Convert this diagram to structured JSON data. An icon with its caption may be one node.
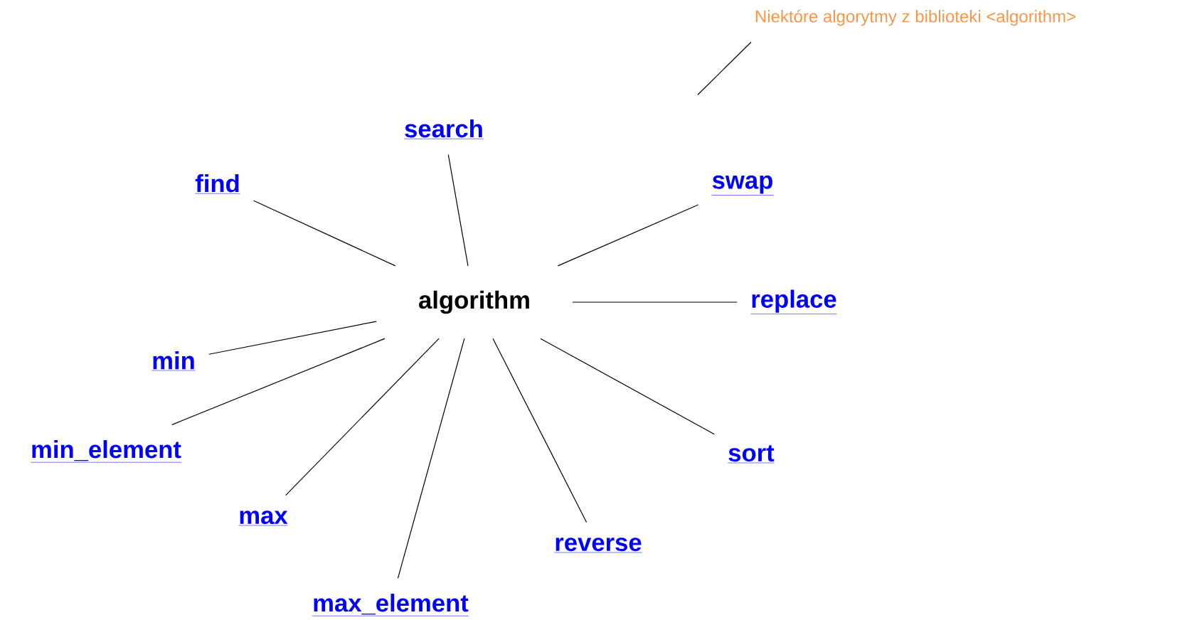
{
  "diagram": {
    "nodes": [
      {
        "text": [
          "algorithm"
        ]
      },
      {
        "text": [
          "search"
        ]
      },
      {
        "text": [
          "find"
        ]
      },
      {
        "text": [
          "swap"
        ]
      },
      {
        "text": [
          "replace"
        ]
      },
      {
        "text": [
          "min"
        ]
      },
      {
        "text": [
          "min_element"
        ]
      },
      {
        "text": [
          "max"
        ]
      },
      {
        "text": [
          "sort"
        ]
      },
      {
        "text": [
          "reverse"
        ]
      },
      {
        "text": [
          "max_element"
        ]
      },
      {
        "text": [
          "Niektóre algorytmy z biblioteki <algorithm>"
        ]
      }
    ],
    "edges": [
      {
        "from": 0,
        "to": 1,
        "arrow": "none"
      },
      {
        "from": 0,
        "to": 2,
        "arrow": "none"
      },
      {
        "from": 0,
        "to": 3,
        "arrow": "none"
      },
      {
        "from": 0,
        "to": 4,
        "arrow": "none"
      },
      {
        "from": 0,
        "to": 5,
        "arrow": "none"
      },
      {
        "from": 0,
        "to": 6,
        "arrow": "none"
      },
      {
        "from": 0,
        "to": 7,
        "arrow": "none"
      },
      {
        "from": 0,
        "to": 8,
        "arrow": "none"
      },
      {
        "from": 0,
        "to": 9,
        "arrow": "none"
      },
      {
        "from": 0,
        "to": 10,
        "arrow": "none"
      },
      {
        "from": 11,
        "to": null,
        "arrow": "none"
      }
    ]
  }
}
